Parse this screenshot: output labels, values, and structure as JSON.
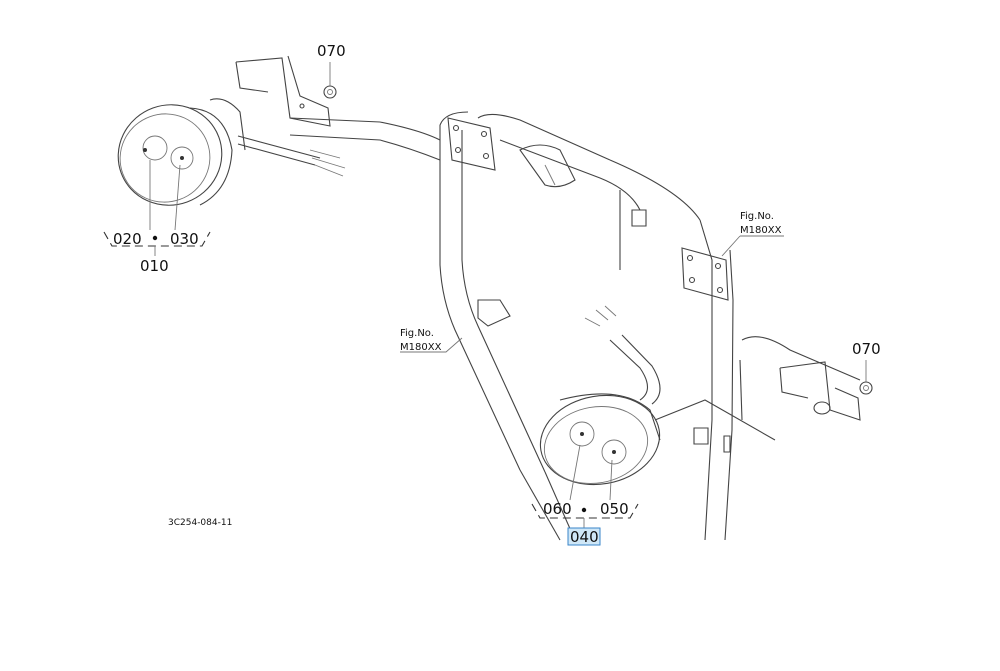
{
  "callouts": {
    "p070_top": "070",
    "p070_right": "070",
    "p020": "020",
    "p030": "030",
    "p010": "010",
    "p060": "060",
    "p050": "050",
    "p040": "040"
  },
  "fig_refs": {
    "right_label": "Fig.No.",
    "right_code": "M180XX",
    "left_label": "Fig.No.",
    "left_code": "M180XX"
  },
  "drawing_number": "3C254-084-11",
  "highlight_color": "#cfe7f7"
}
